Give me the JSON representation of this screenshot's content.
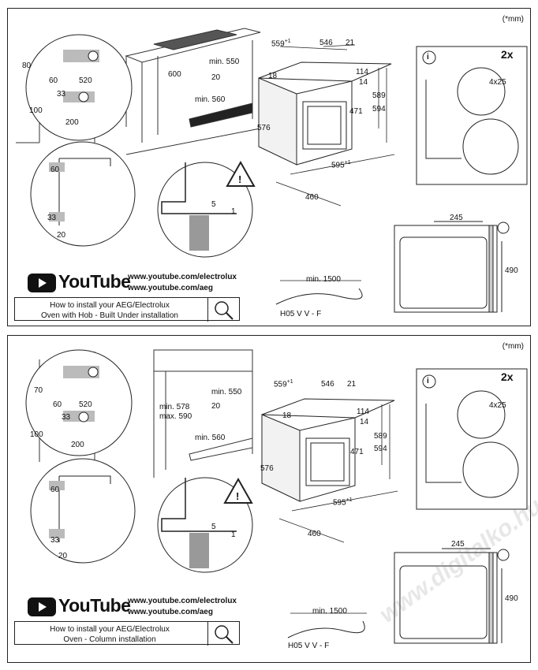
{
  "unit_note": "(*mm)",
  "panels": [
    {
      "id": "top",
      "dims": {
        "w559": "559",
        "w559_sup": "+1",
        "w546": "546",
        "w21": "21",
        "h18": "18",
        "h114": "114",
        "h14": "14",
        "h576": "576",
        "h471": "471",
        "h589": "589",
        "h594": "594",
        "w595": "595",
        "w595_sup": "+1",
        "d460": "460",
        "niche_80": "80",
        "niche_60": "60",
        "niche_520": "520",
        "niche_33": "33",
        "niche_100": "100",
        "niche_200": "200",
        "cab_600": "600",
        "cab_min550": "min. 550",
        "cab_20": "20",
        "cab_min560": "min. 560",
        "zoom_60": "60",
        "zoom_33": "33",
        "zoom_20": "20",
        "det_5": "5",
        "det_1": "1",
        "front_245": "245",
        "front_490": "490",
        "cable_min": "min. 1500",
        "cable_type": "H05 V V - F",
        "screws_count": "2x",
        "screws_size": "4x25",
        "info": "i"
      },
      "youtube": {
        "brand": "YouTube",
        "url1": "www.youtube.com/electrolux",
        "url2": "www.youtube.com/aeg",
        "howto_line1": "How to install your AEG/Electrolux",
        "howto_line2": "Oven with Hob - Built Under installation"
      }
    },
    {
      "id": "bottom",
      "dims": {
        "w559": "559",
        "w559_sup": "+1",
        "w546": "546",
        "w21": "21",
        "h18": "18",
        "h114": "114",
        "h14": "14",
        "h576": "576",
        "h471": "471",
        "h589": "589",
        "h594": "594",
        "w595": "595",
        "w595_sup": "+1",
        "d460": "460",
        "niche_70": "70",
        "niche_60": "60",
        "niche_520": "520",
        "niche_33": "33",
        "niche_100": "100",
        "niche_200": "200",
        "cab_min578": "min. 578",
        "cab_max590": "max. 590",
        "cab_min550": "min. 550",
        "cab_20": "20",
        "cab_min560": "min. 560",
        "zoom_60": "60",
        "zoom_33": "33",
        "zoom_20": "20",
        "det_5": "5",
        "det_1": "1",
        "front_245": "245",
        "front_490": "490",
        "cable_min": "min. 1500",
        "cable_type": "H05 V V - F",
        "screws_count": "2x",
        "screws_size": "4x25",
        "info": "i"
      },
      "youtube": {
        "brand": "YouTube",
        "url1": "www.youtube.com/electrolux",
        "url2": "www.youtube.com/aeg",
        "howto_line1": "How to install your AEG/Electrolux",
        "howto_line2": "Oven - Column installation"
      }
    }
  ],
  "watermark": "www.digitalko.hu"
}
